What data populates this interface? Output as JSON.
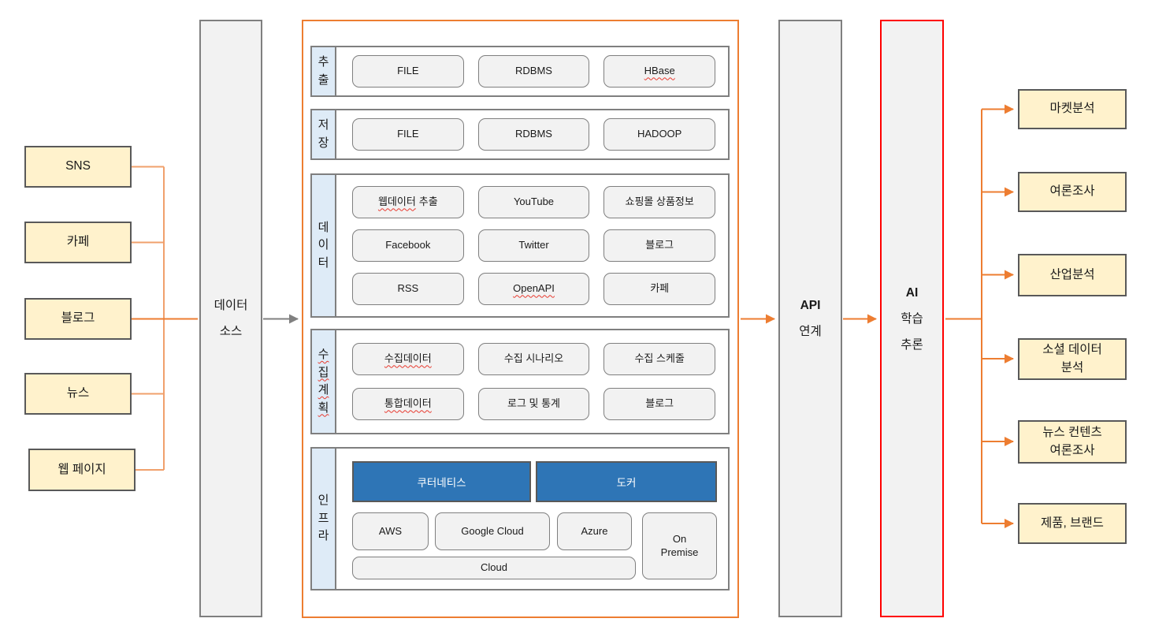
{
  "colors": {
    "accent_orange": "#ED7D31",
    "light_orange_line": "#F0A06C",
    "accent_red": "#FF0000",
    "accent_blue": "#2E75B6",
    "source_box_fill": "#FFF2CC",
    "panel_fill": "#F2F2F2",
    "section_label_fill": "#DEEBF7",
    "border_gray": "#7F7F7F",
    "box_border_dark": "#595959",
    "spellcheck_wavy_red": "#E8392E"
  },
  "left_sources": {
    "sns": "SNS",
    "cafe": "카페",
    "blog": "블로그",
    "news": "뉴스",
    "webpage": "웹 페이지"
  },
  "data_source": {
    "line1": "데이터",
    "line2": "소스"
  },
  "pipeline": {
    "extract": {
      "label": "추출",
      "items": [
        "FILE",
        "RDBMS",
        "HBase"
      ]
    },
    "store": {
      "label": "저장",
      "items": [
        "FILE",
        "RDBMS",
        "HADOOP"
      ]
    },
    "data": {
      "label": "데이터",
      "rows": [
        [
          {
            "wavy": "웹데이터",
            "rest": "추출"
          },
          "YouTube",
          "쇼핑몰 상품정보"
        ],
        [
          "Facebook",
          "Twitter",
          "블로그"
        ],
        [
          "RSS",
          "OpenAPI",
          "카페"
        ]
      ]
    },
    "plan": {
      "label": "수집계획",
      "rows": [
        [
          "수집데이터",
          "수집 시나리오",
          "수집 스케줄"
        ],
        [
          "통합데이터",
          "로그 및 통계",
          "블로그"
        ]
      ]
    },
    "infra": {
      "label": "인프라",
      "kubernetes": "쿠터네티스",
      "docker": "도커",
      "aws": "AWS",
      "google_cloud": "Google Cloud",
      "azure": "Azure",
      "on_premise": "On Premise",
      "cloud": "Cloud"
    }
  },
  "api_link": {
    "line1": "API",
    "line2": "연계"
  },
  "ai": {
    "line1": "AI",
    "line2": "학습",
    "line3": "추론"
  },
  "right_outputs": {
    "market": "마켓분석",
    "poll": "여론조사",
    "industry": "산업분석",
    "social": "소셜 데이터\n분석",
    "news_content": "뉴스 컨텐츠\n여론조사",
    "product_brand": "제품, 브랜드"
  }
}
